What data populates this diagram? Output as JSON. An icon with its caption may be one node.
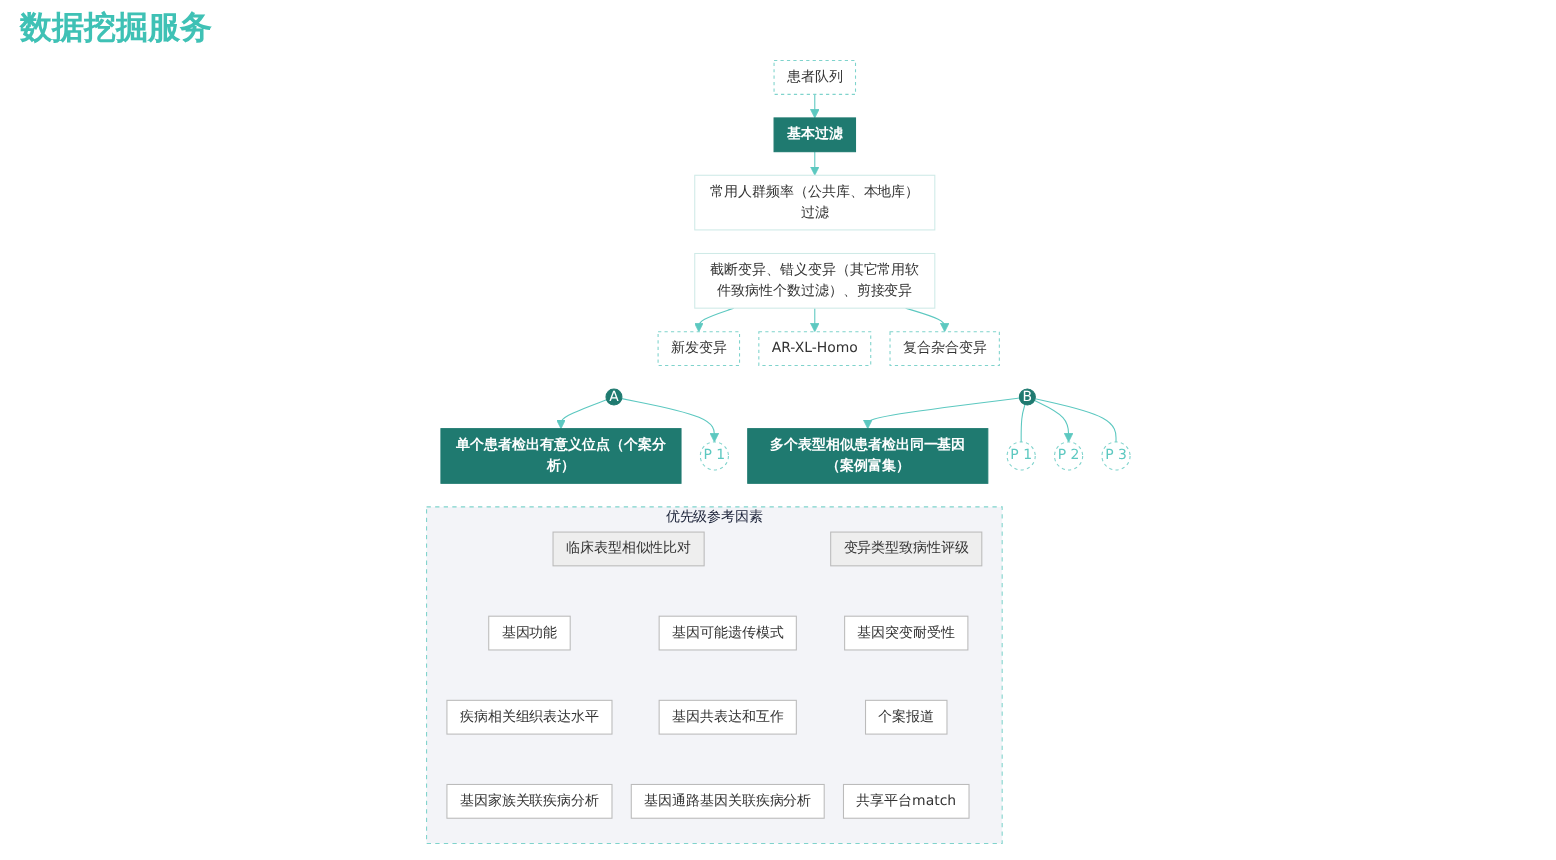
{
  "diagram": {
    "title": "数据挖掘服务",
    "nodes": [
      {
        "text": [
          "患者队列"
        ]
      },
      {
        "text": [
          "基本过滤"
        ]
      },
      {
        "text": [
          "常用人群频率（公共库、本地库）过滤"
        ]
      },
      {
        "text": [
          "截断变异、错义变异（其它常用软件致病性个数过滤）、剪接变异"
        ]
      },
      {
        "text": [
          "新发变异"
        ]
      },
      {
        "text": [
          "AR-XL-Homo"
        ]
      },
      {
        "text": [
          "复合杂合变异"
        ]
      },
      {
        "text": [
          "单个患者检出有意义位点（个案分析）"
        ]
      },
      {
        "text": [
          "A"
        ]
      },
      {
        "text": [
          "B"
        ]
      },
      {
        "text": [
          "多个表型相似患者检出同一基因（案例富集）"
        ]
      },
      {
        "text": [
          "P 1"
        ]
      },
      {
        "text": [
          "P 1"
        ]
      },
      {
        "text": [
          "P 2"
        ]
      },
      {
        "text": [
          "P 3"
        ]
      },
      {
        "text": [
          "优先级参考因素"
        ]
      },
      {
        "text": [
          "临床表型相似性比对"
        ],
        "in": 15
      },
      {
        "text": [
          "变异类型致病性评级"
        ],
        "in": 15
      },
      {
        "text": [
          "基因功能"
        ],
        "in": 15
      },
      {
        "text": [
          "基因可能遗传模式"
        ],
        "in": 15
      },
      {
        "text": [
          "基因突变耐受性"
        ],
        "in": 15
      },
      {
        "text": [
          "疾病相关组织表达水平"
        ],
        "in": 15
      },
      {
        "text": [
          "基因共表达和互作"
        ],
        "in": 15
      },
      {
        "text": [
          "个案报道"
        ],
        "in": 15
      },
      {
        "text": [
          "基因家族关联疾病分析"
        ],
        "in": 15
      },
      {
        "text": [
          "基因通路基因关联疾病分析"
        ],
        "in": 15
      },
      {
        "text": [
          "共享平台match"
        ],
        "in": 15
      }
    ],
    "edges": [
      {
        "from": 0,
        "to": 1,
        "arrow": "to"
      },
      {
        "from": 1,
        "to": 2,
        "arrow": "to"
      },
      {
        "from": 3,
        "to": 4,
        "arrow": "to"
      },
      {
        "from": 3,
        "to": 5,
        "arrow": "to"
      },
      {
        "from": 3,
        "to": 6,
        "arrow": "to"
      },
      {
        "from": 8,
        "to": 7,
        "arrow": "to"
      },
      {
        "from": 9,
        "to": 10,
        "arrow": "to"
      },
      {
        "from": 8,
        "to": 11,
        "arrow": "to"
      },
      {
        "from": 9,
        "to": 12,
        "arrow": "none"
      },
      {
        "from": 9,
        "to": 13,
        "arrow": "to"
      },
      {
        "from": 9,
        "to": 14,
        "arrow": "none"
      }
    ]
  }
}
